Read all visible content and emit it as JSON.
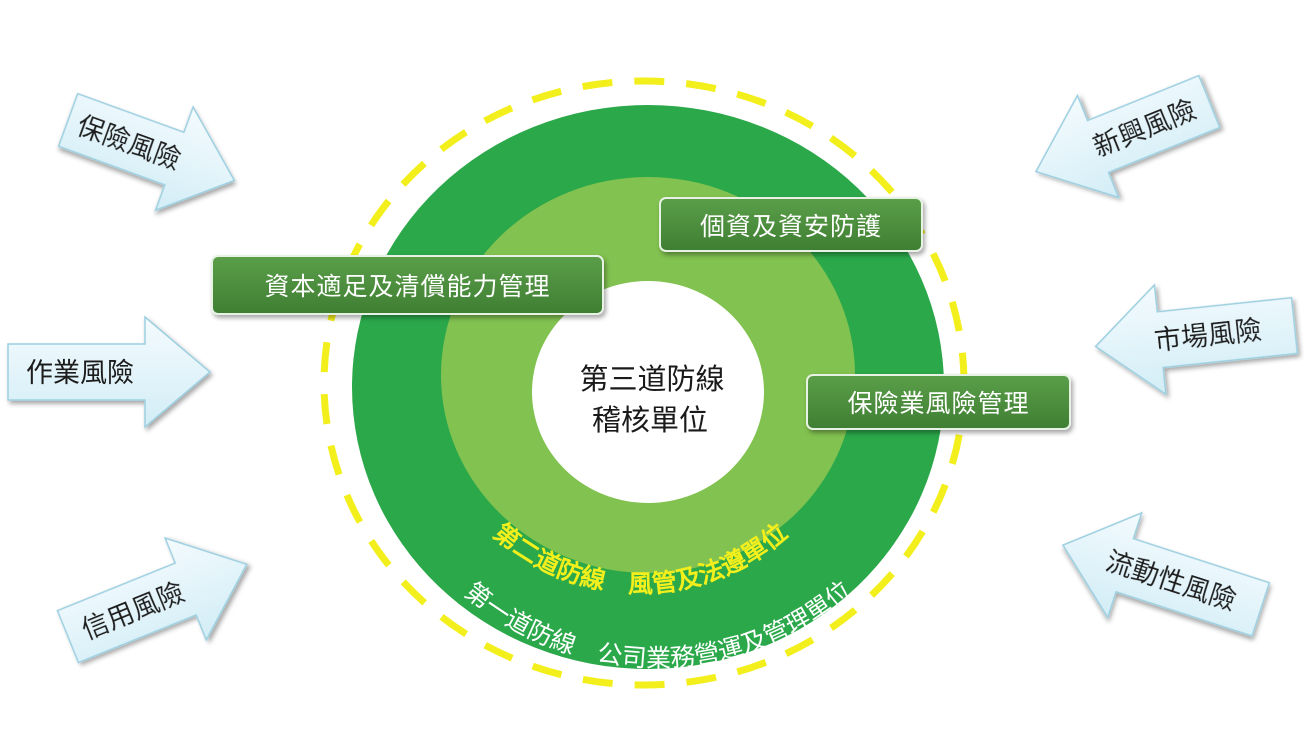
{
  "center": {
    "line1": "第三道防線",
    "line2": "稽核單位"
  },
  "rings": {
    "second_line": "第二道防線　風管及法遵單位",
    "first_line": "第一道防線　公司業務營運及管理單位"
  },
  "boxes": {
    "capital": "資本適足及清償能力管理",
    "privacy": "個資及資安防護",
    "insurance_mgmt": "保險業風險管理"
  },
  "risks": {
    "insurance": "保險風險",
    "operational": "作業風險",
    "credit": "信用風險",
    "emerging": "新興風險",
    "market": "市場風險",
    "liquidity": "流動性風險"
  },
  "colors": {
    "outer_ring": "#2ba84a",
    "middle_ring": "#82c250",
    "center": "#ffffff",
    "dashed_border": "#f2ef1c",
    "second_line_text": "#f2ef1c",
    "first_line_text": "#ffffff",
    "arrow_fill": "#e6f6fb",
    "box_fill": "#4a8f3e"
  }
}
